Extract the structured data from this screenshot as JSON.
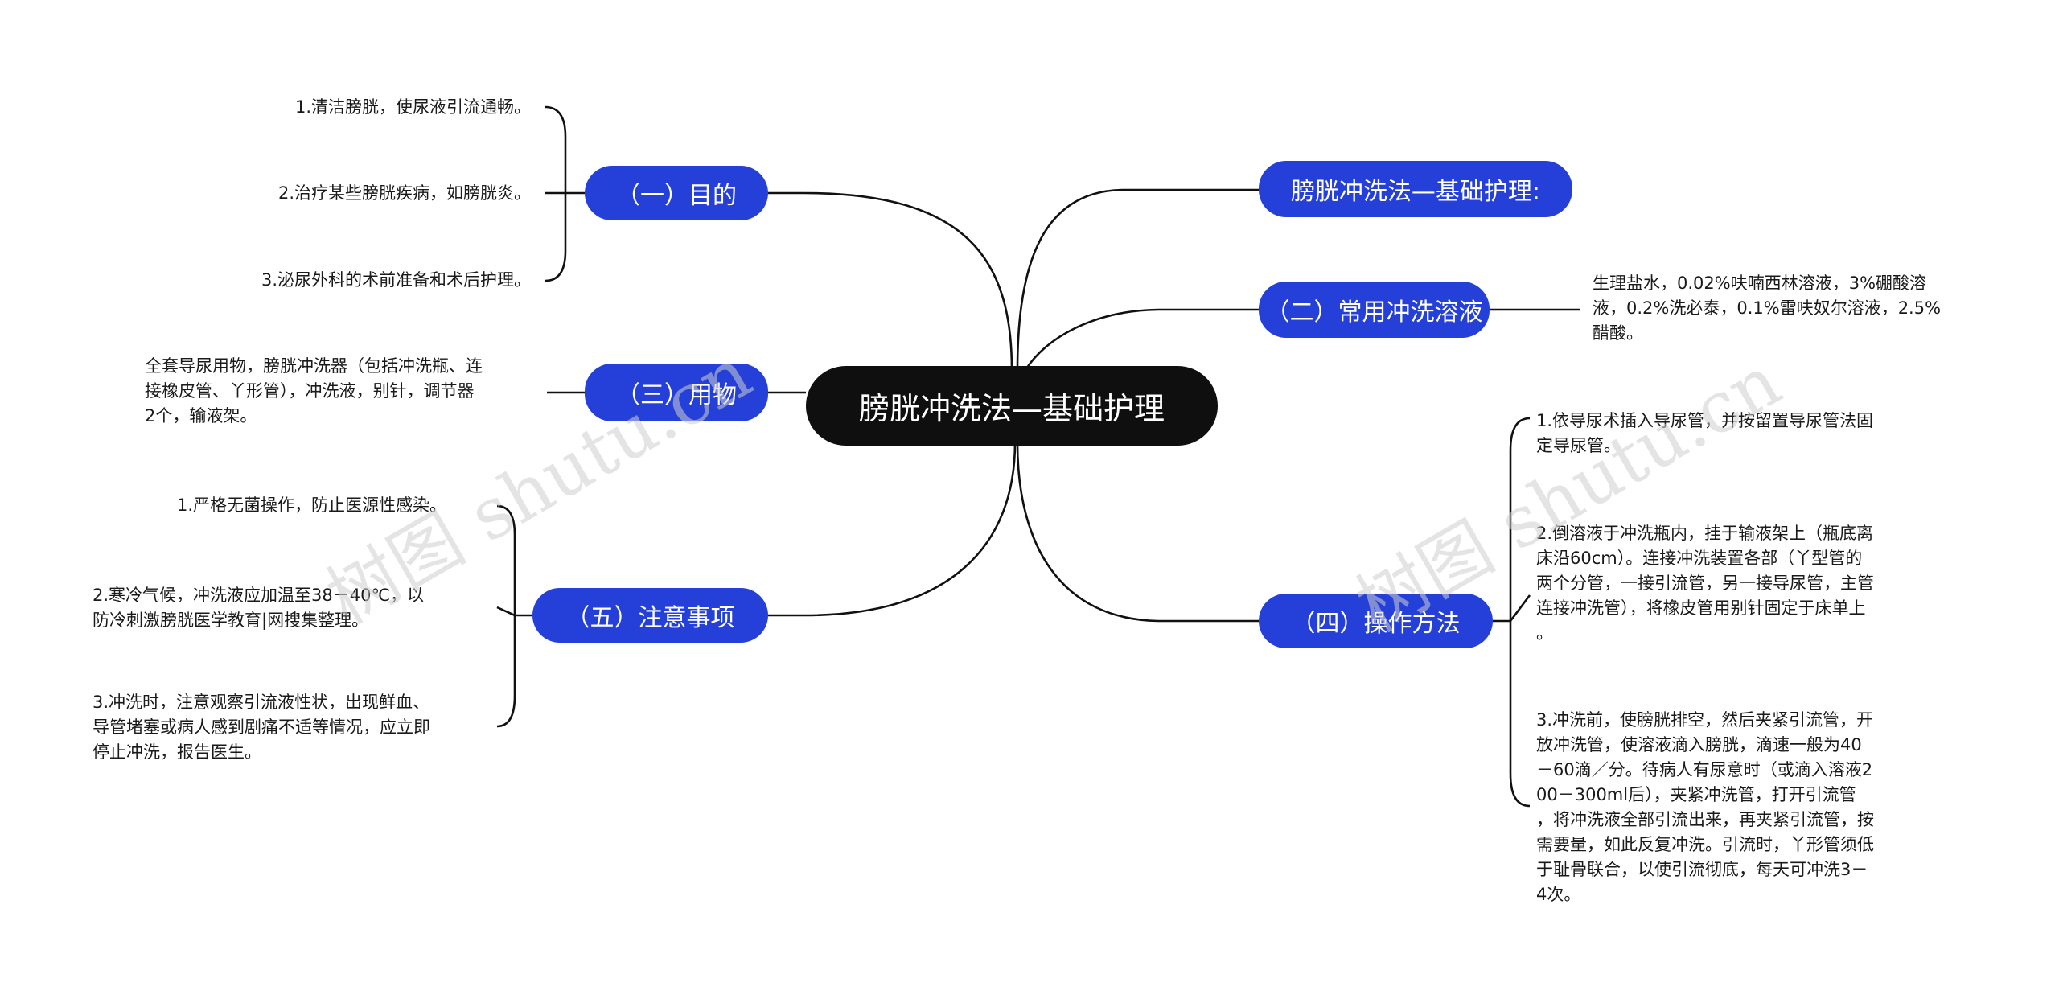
{
  "root": {
    "label": "膀胱冲洗法—基础护理"
  },
  "branches": {
    "purpose": {
      "label": "（一）目的",
      "items": [
        "1.清洁膀胱，使尿液引流通畅。",
        "2.治疗某些膀胱疾病，如膀胱炎。",
        "3.泌尿外科的术前准备和术后护理。"
      ]
    },
    "title_copy": {
      "label": "膀胱冲洗法—基础护理:"
    },
    "solution": {
      "label": "（二）常用冲洗溶液",
      "text": [
        "生理盐水，0.02%呋喃西林溶液，3%硼酸溶",
        "液，0.2%洗必泰，0.1%雷呋奴尔溶液，2.5%",
        "醋酸。"
      ]
    },
    "supplies": {
      "label": "（三）用物",
      "text": [
        "全套导尿用物，膀胱冲洗器（包括冲洗瓶、连",
        "接橡皮管、丫形管），冲洗液，别针，调节器",
        "2个，输液架。"
      ]
    },
    "method": {
      "label": "（四）操作方法",
      "items": [
        [
          "1.依导尿术插入导尿管，并按留置导尿管法固",
          "定导尿管。"
        ],
        [
          "2.倒溶液于冲洗瓶内，挂于输液架上（瓶底离",
          "床沿60cm）。连接冲洗装置各部（丫型管的",
          "两个分管，一接引流管，另一接导尿管，主管",
          "连接冲洗管），将橡皮管用别针固定于床单上",
          "。"
        ],
        [
          "3.冲洗前，使膀胱排空，然后夹紧引流管，开",
          "放冲洗管，使溶液滴入膀胱，滴速一般为40",
          "－60滴／分。待病人有尿意时（或滴入溶液2",
          "00－300ml后），夹紧冲洗管，打开引流管",
          "，将冲洗液全部引流出来，再夹紧引流管，按",
          "需要量，如此反复冲洗。引流时，丫形管须低",
          "于耻骨联合，以使引流彻底，每天可冲洗3－",
          "4次。"
        ]
      ]
    },
    "notes": {
      "label": "（五）注意事项",
      "items": [
        [
          "1.严格无菌操作，防止医源性感染。"
        ],
        [
          "2.寒冷气候，冲洗液应加温至38－40℃，以",
          "防冷刺激膀胱医学教育|网搜集整理。"
        ],
        [
          "3.冲洗时，注意观察引流液性状，出现鲜血、",
          "导管堵塞或病人感到剧痛不适等情况，应立即",
          "停止冲洗，报告医生。"
        ]
      ]
    }
  },
  "watermark": "树图 shutu.cn",
  "colors": {
    "root_bg": "#0f0f0f",
    "branch_bg": "#2540d9",
    "edge": "#111111",
    "text": "#1a1a1a"
  }
}
